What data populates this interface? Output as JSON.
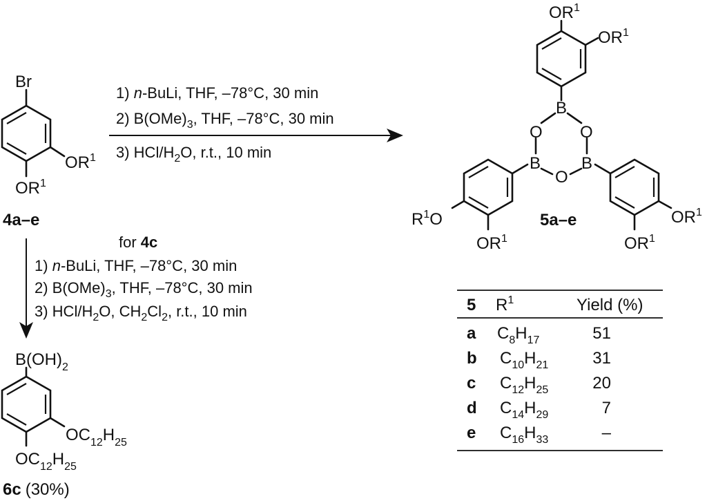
{
  "scheme": {
    "start_label": "4a–e",
    "product_label": "5a–e",
    "side_product_label": "6c",
    "side_product_yield": "(30%)",
    "atoms": {
      "br": "Br",
      "or1": "OR",
      "r1o": "R",
      "r1o_o": "O",
      "sup1": "1",
      "b": "B",
      "o": "O",
      "boh2": "B(OH)",
      "boh2_sub": "2",
      "oc12": "OC",
      "c12_sub": "12",
      "h": "H",
      "h25_sub": "25"
    },
    "arrow_main": {
      "step1_prefix": "1) ",
      "step1_italic": "n",
      "step1_rest": "-BuLi, THF, –78°C, 30 min",
      "step2_prefix": "2) B(OMe)",
      "step2_sub": "3",
      "step2_rest": ", THF, –78°C, 30 min",
      "step3_prefix": "3) HCl/H",
      "step3_sub": "2",
      "step3_rest": "O, r.t., 10 min"
    },
    "arrow_side": {
      "for_text": "for ",
      "for_bold": "4c",
      "step1_prefix": "1) ",
      "step1_italic": "n",
      "step1_rest": "-BuLi, THF, –78°C, 30 min",
      "step2_prefix": "2) B(OMe)",
      "step2_sub": "3",
      "step2_rest": ", THF, –78°C, 30 min",
      "step3_prefix": "3) HCl/H",
      "step3_sub": "2",
      "step3_mid": "O, CH",
      "step3_sub2": "2",
      "step3_mid2": "Cl",
      "step3_sub3": "2",
      "step3_rest": ", r.t., 10 min"
    }
  },
  "table": {
    "headers": {
      "col1": "5",
      "col2_base": "R",
      "col2_sup": "1",
      "col3": "Yield (%)"
    },
    "rows": [
      {
        "id": "a",
        "c": "8",
        "h": "17",
        "yield": "51"
      },
      {
        "id": "b",
        "c": "10",
        "h": "21",
        "yield": "31"
      },
      {
        "id": "c",
        "c": "12",
        "h": "25",
        "yield": "20"
      },
      {
        "id": "d",
        "c": "14",
        "h": "29",
        "yield": "7"
      },
      {
        "id": "e",
        "c": "16",
        "h": "33",
        "yield": "–"
      }
    ]
  }
}
